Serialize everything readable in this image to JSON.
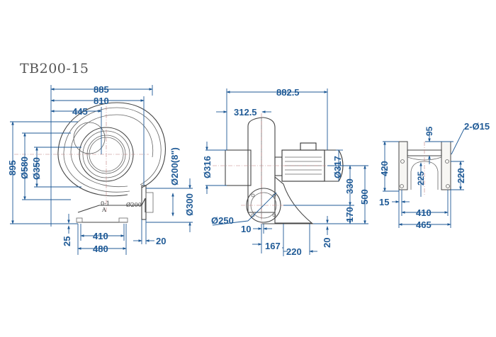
{
  "title": "TB200-15",
  "colors": {
    "dimension": "#1f5a96",
    "outline": "#444444",
    "centerline": "#c08080",
    "title": "#555555"
  },
  "front_view": {
    "dims": {
      "overall_width": "885",
      "width_810": "810",
      "width_445": "445",
      "overall_height": "895",
      "dia_580": "Ø580",
      "dia_350": "Ø350",
      "outlet_dia": "Ø200(8\")",
      "outlet_flange": "Ø300",
      "outlet_label": "Ø200",
      "base_410": "410",
      "base_480": "480",
      "base_25": "25",
      "flange_20": "20"
    },
    "marks": {
      "section_top": "0-1",
      "section_letter": "A"
    }
  },
  "side_view": {
    "dims": {
      "overall_length": "882.5",
      "length_312": "312.5",
      "dia_316": "Ø316",
      "dia_317": "Ø317",
      "height_330": "330",
      "height_500": "500",
      "height_170": "170",
      "dia_250": "Ø250",
      "offset_10": "10",
      "base_167": "167",
      "base_220": "220",
      "base_20": "20"
    }
  },
  "base_view": {
    "dims": {
      "holes": "2-Ø15",
      "top_95": "95",
      "height_420": "420",
      "height_225": "225",
      "height_220": "220",
      "offset_15": "15",
      "width_410": "410",
      "width_465": "465"
    }
  }
}
